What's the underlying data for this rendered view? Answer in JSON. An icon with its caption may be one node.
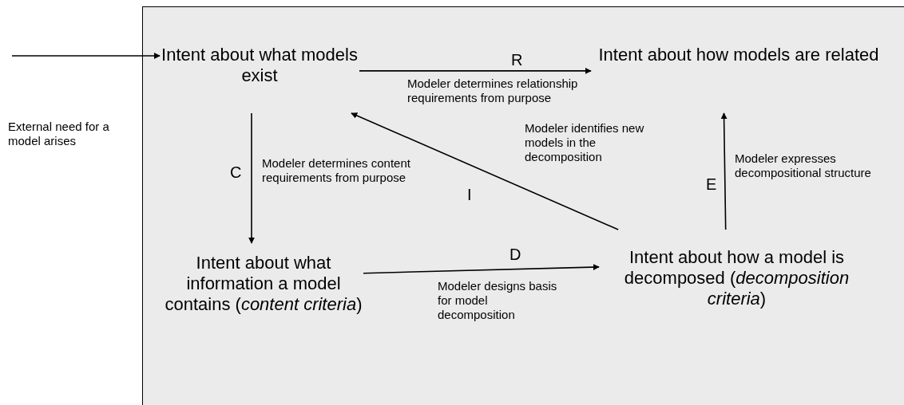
{
  "diagram": {
    "nodes": [
      {
        "text": [
          "Intent about what models exist"
        ]
      },
      {
        "text": [
          "Intent about how models are related"
        ]
      },
      {
        "text": [
          "Intent about what information a model contains (*content criteria*)"
        ]
      },
      {
        "text": [
          "Intent about how a model is decomposed (*decomposition criteria*)"
        ]
      }
    ],
    "edges": [
      {
        "from": null,
        "to": 0,
        "arrow": "to"
      },
      {
        "from": 0,
        "to": 1,
        "arrow": "to",
        "label": "R"
      },
      {
        "from": 0,
        "to": 2,
        "arrow": "to",
        "label": "C"
      },
      {
        "from": 3,
        "to": 0,
        "arrow": "to",
        "label": "I"
      },
      {
        "from": 2,
        "to": 3,
        "arrow": "to",
        "label": "D"
      },
      {
        "from": 3,
        "to": 1,
        "arrow": "to",
        "label": "E"
      }
    ],
    "labels": [
      "External need for a model arises",
      "Modeler determines relationship requirements from purpose",
      "Modeler identifies new models in the decomposition",
      "Modeler expresses decompositional structure",
      "Modeler determines content requirements from purpose",
      "Modeler designs basis for model decomposition"
    ]
  }
}
